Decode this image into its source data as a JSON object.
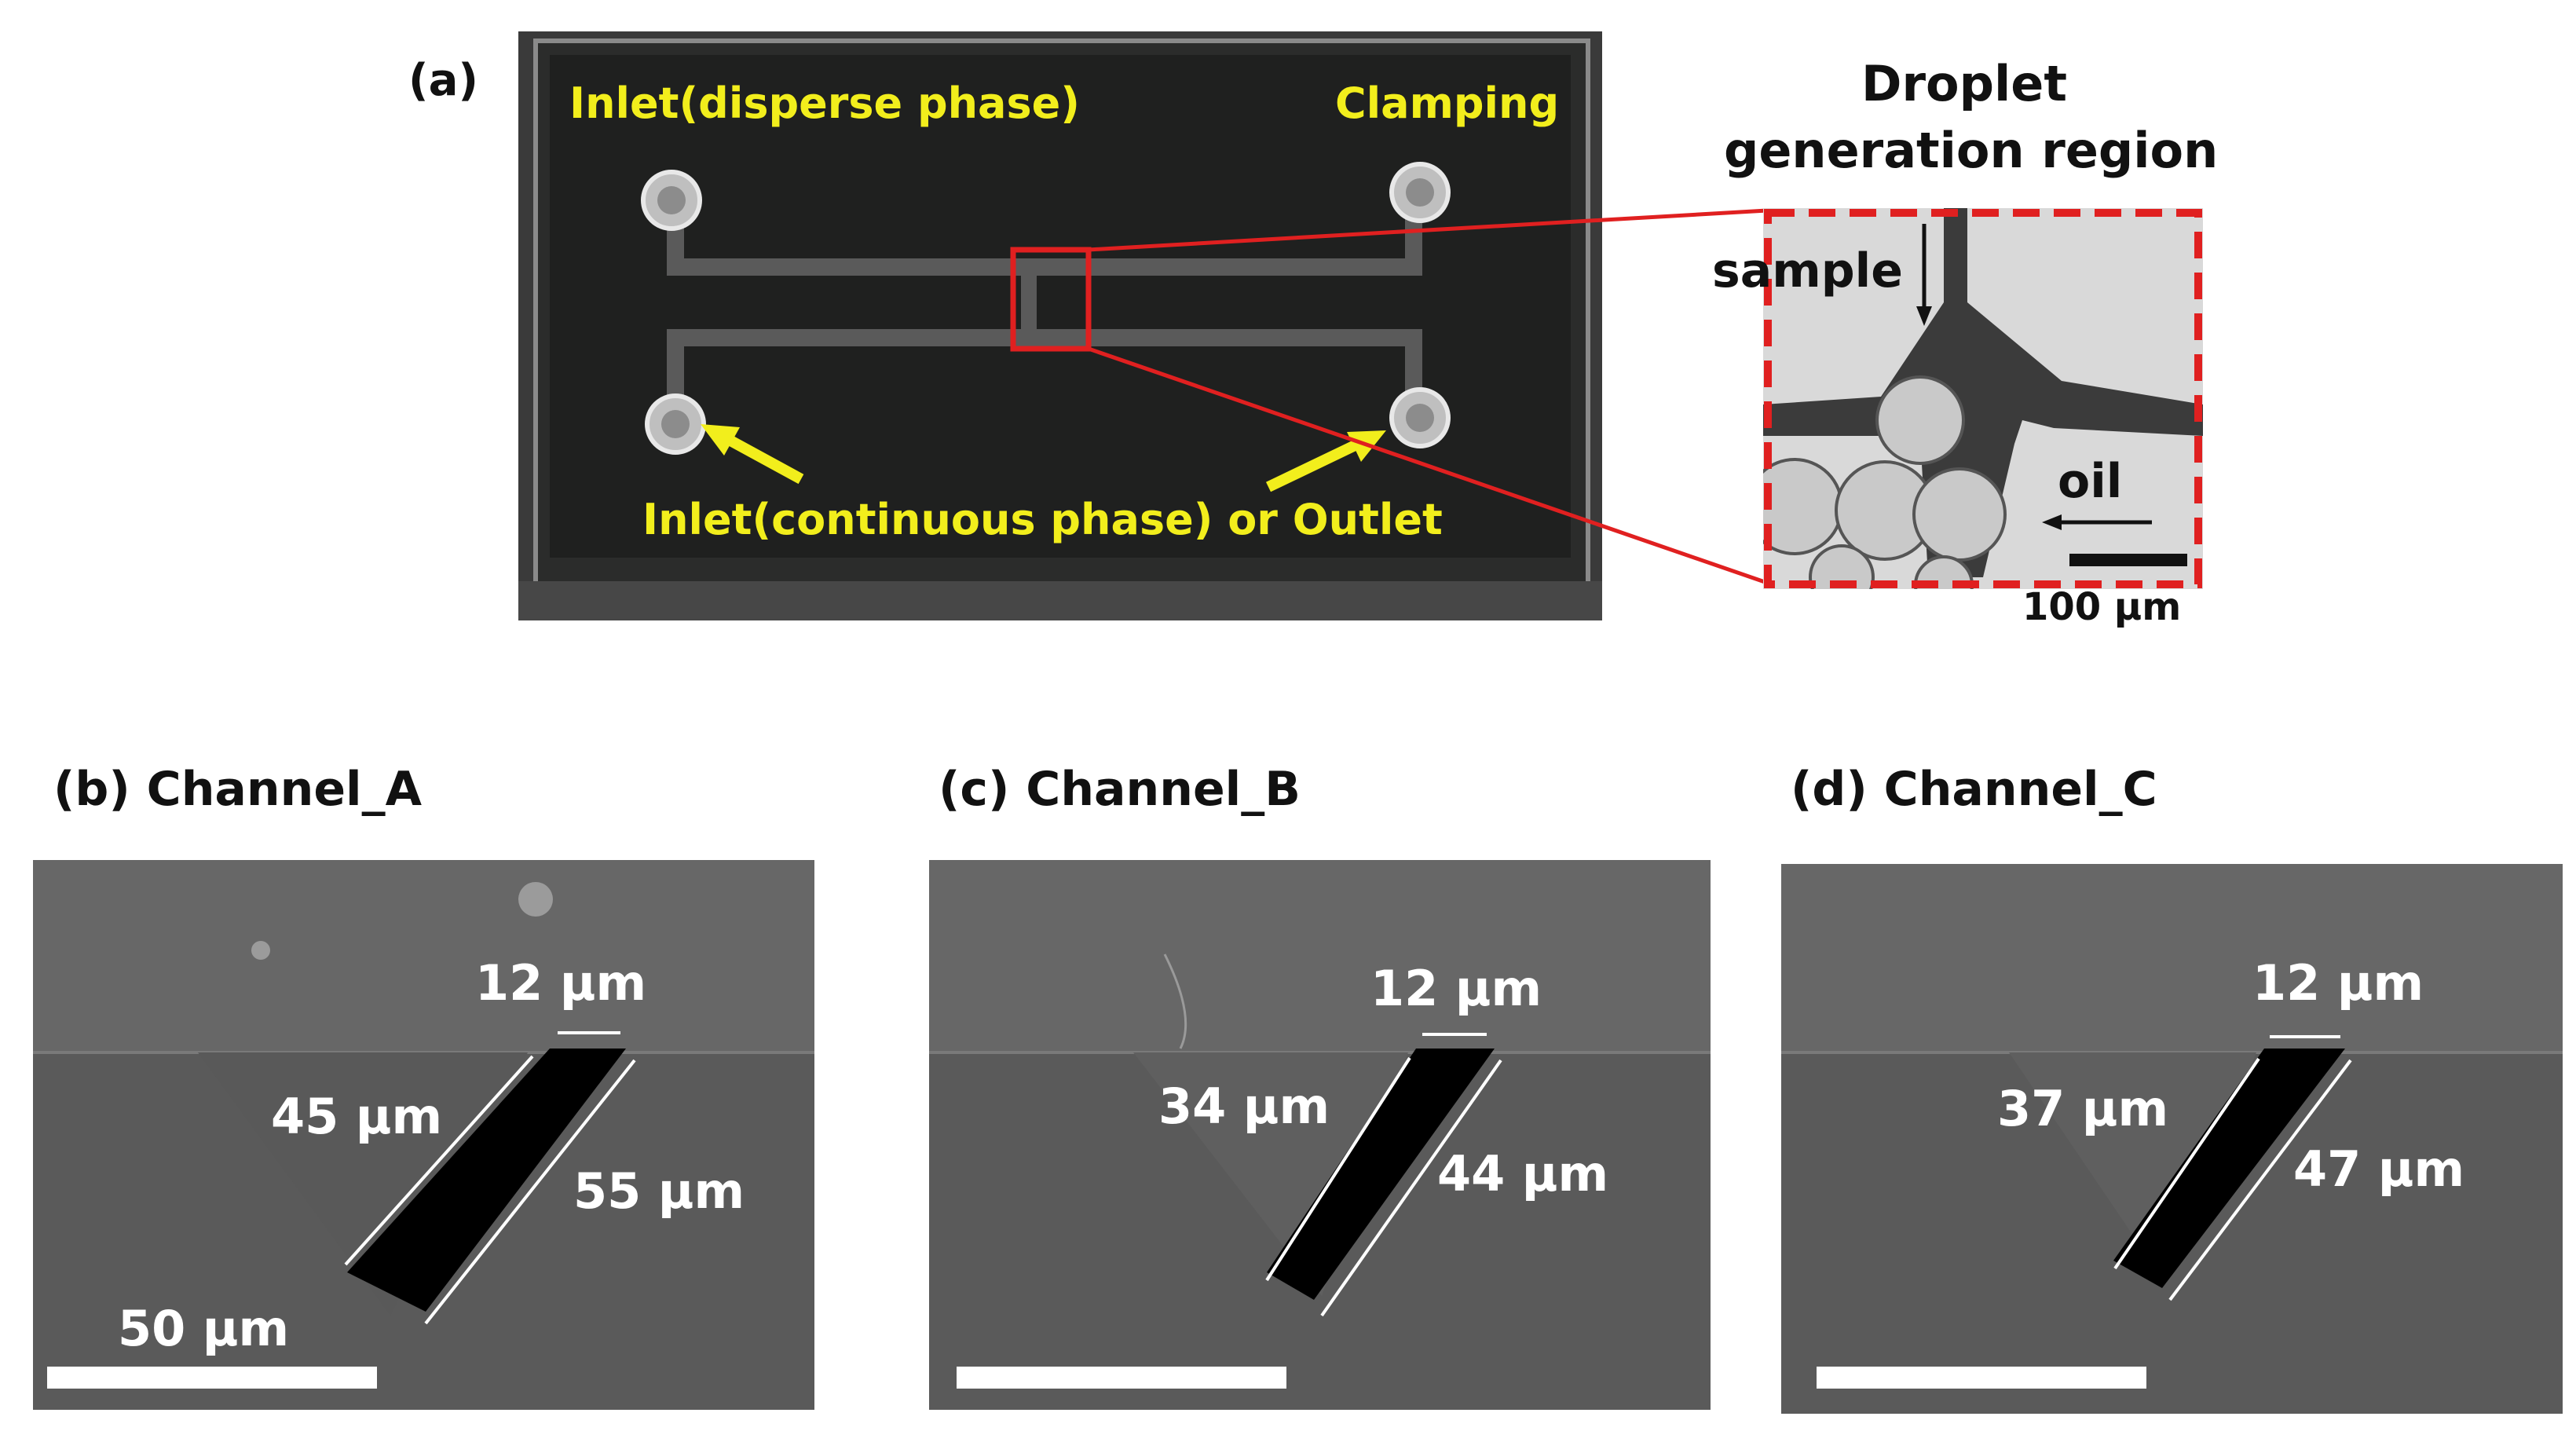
{
  "figure": {
    "panel_a": {
      "label": "(a)",
      "inlet_disperse": "Inlet(disperse phase)",
      "clamping": "Clamping",
      "inlet_continuous_outlet": "Inlet(continuous phase) or Outlet"
    },
    "inset": {
      "title_line1": "Droplet",
      "title_line2": "generation region",
      "sample": "sample",
      "oil": "oil",
      "scale_bar": "100 μm"
    },
    "panels": [
      {
        "label": "(b)  Channel_A",
        "top_width": "12 μm",
        "left_depth": "45 μm",
        "right_depth": "55 μm",
        "scale_bar": "50 μm"
      },
      {
        "label": "(c)  Channel_B",
        "top_width": "12 μm",
        "left_depth": "34 μm",
        "right_depth": "44 μm"
      },
      {
        "label": "(d)  Channel_C",
        "top_width": "12 μm",
        "left_depth": "37 μm",
        "right_depth": "47 μm"
      }
    ]
  }
}
